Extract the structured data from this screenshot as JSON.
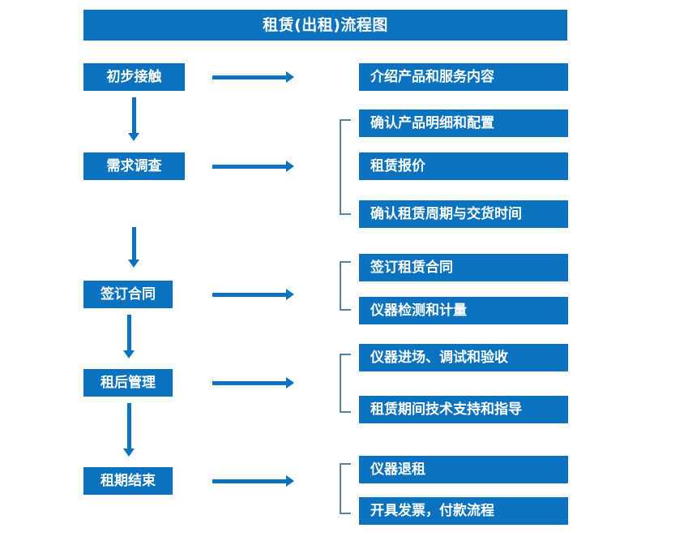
{
  "diagram": {
    "title": "租赁(出租)流程图",
    "colors": {
      "box_fill": "#0a72be",
      "box_text": "#ffffff",
      "arrow": "#0a72be",
      "bracket": "#5b82a8",
      "background": "#ffffff"
    },
    "stages": [
      {
        "id": "stage-1",
        "label": "初步接触"
      },
      {
        "id": "stage-2",
        "label": "需求调查"
      },
      {
        "id": "stage-3",
        "label": "签订合同"
      },
      {
        "id": "stage-4",
        "label": "租后管理"
      },
      {
        "id": "stage-5",
        "label": "租期结束"
      }
    ],
    "details": [
      {
        "id": "detail-1",
        "label": "介绍产品和服务内容"
      },
      {
        "id": "detail-2",
        "label": "确认产品明细和配置"
      },
      {
        "id": "detail-3",
        "label": "租赁报价"
      },
      {
        "id": "detail-4",
        "label": "确认租赁周期与交货时间"
      },
      {
        "id": "detail-5",
        "label": "签订租赁合同"
      },
      {
        "id": "detail-6",
        "label": "仪器检测和计量"
      },
      {
        "id": "detail-7",
        "label": "仪器进场、调试和验收"
      },
      {
        "id": "detail-8",
        "label": "租赁期间技术支持和指导"
      },
      {
        "id": "detail-9",
        "label": "仪器退租"
      },
      {
        "id": "detail-10",
        "label": "开具发票，付款流程"
      }
    ],
    "groups": [
      {
        "id": "group-needs",
        "stage": "需求调查",
        "details": [
          "确认产品明细和配置",
          "租赁报价",
          "确认租赁周期与交货时间"
        ]
      },
      {
        "id": "group-contract",
        "stage": "签订合同",
        "details": [
          "签订租赁合同",
          "仪器检测和计量"
        ]
      },
      {
        "id": "group-after",
        "stage": "租后管理",
        "details": [
          "仪器进场、调试和验收",
          "租赁期间技术支持和指导"
        ]
      },
      {
        "id": "group-end",
        "stage": "租期结束",
        "details": [
          "仪器退租",
          "开具发票，付款流程"
        ]
      }
    ],
    "flow_sequence": [
      "初步接触",
      "需求调查",
      "签订合同",
      "租后管理",
      "租期结束"
    ]
  }
}
